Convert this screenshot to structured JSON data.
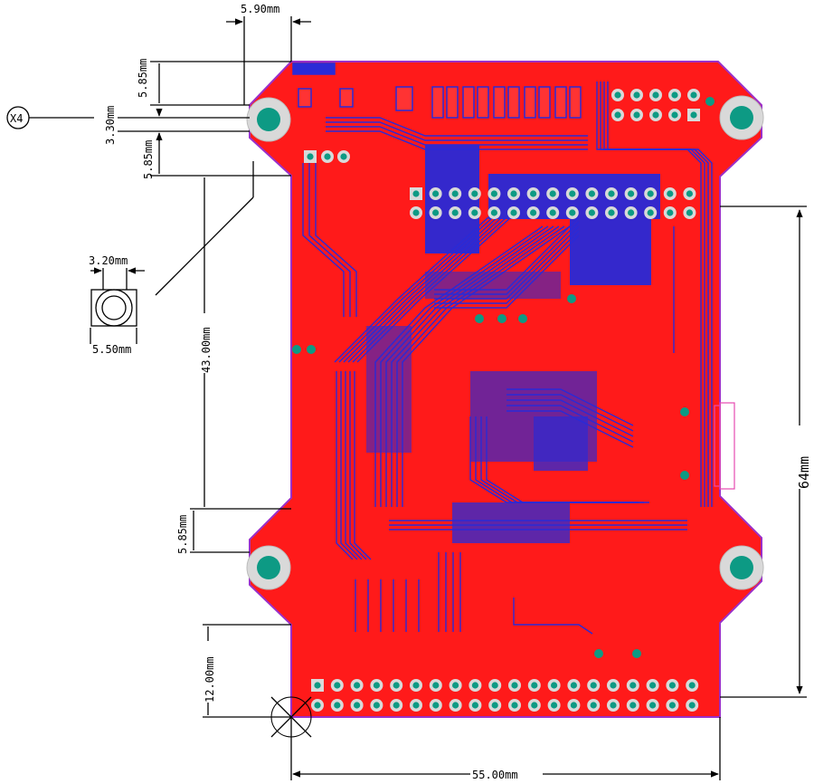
{
  "callout": {
    "count_label": "X4"
  },
  "hole_detail": {
    "inner_diameter": "3.20mm",
    "outer_diameter": "5.50mm"
  },
  "dimensions": {
    "hole_x_offset": "5.90mm",
    "top_edge_to_hole": "5.85mm",
    "hole_tab_height": "3.30mm",
    "hole_to_narrow": "5.85mm",
    "narrow_height": "43.00mm",
    "lower_hole_offset": "5.85mm",
    "bottom_header_height": "12.00mm",
    "board_width": "55.00mm",
    "wide_section_height": "64mm"
  },
  "colors": {
    "board": "#ff1a1a",
    "board_outline": "#9b2fc9",
    "bottom_trace": "#2a2ad6",
    "pad": "#0d9a84",
    "pad_ring": "#d9d9d9",
    "dimension_line": "#000000"
  }
}
